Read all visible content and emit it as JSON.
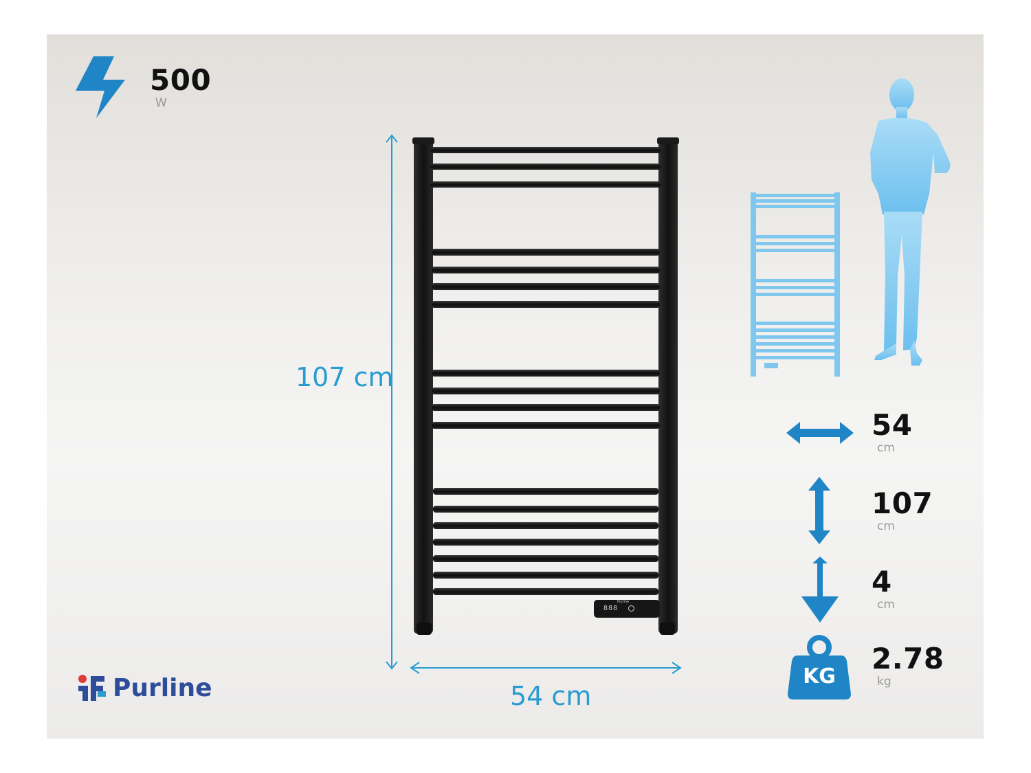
{
  "power": {
    "value": "500",
    "unit": "W",
    "icon": "lightning-bolt-icon"
  },
  "dimensions": {
    "height_label": "107 cm",
    "width_label": "54 cm"
  },
  "specs": [
    {
      "icon": "width-arrow-icon",
      "value": "54",
      "unit": "cm"
    },
    {
      "icon": "height-arrow-icon",
      "value": "107",
      "unit": "cm"
    },
    {
      "icon": "depth-arrow-icon",
      "value": "4",
      "unit": "cm"
    },
    {
      "icon": "weight-kg-icon",
      "icon_text": "KG",
      "value": "2.78",
      "unit": "kg"
    }
  ],
  "product": {
    "name": "towel-radiator",
    "control_brand": "Purline",
    "display_text": "888",
    "color": "#1a1a1a"
  },
  "brand": {
    "logo_text": "Purline",
    "primary_color": "#2d4d9a",
    "accent_color": "#e03a3a"
  },
  "colors": {
    "accent": "#2a9bd0",
    "icon_blue": "#1f85c6",
    "silhouette": "#7fc7ee"
  }
}
